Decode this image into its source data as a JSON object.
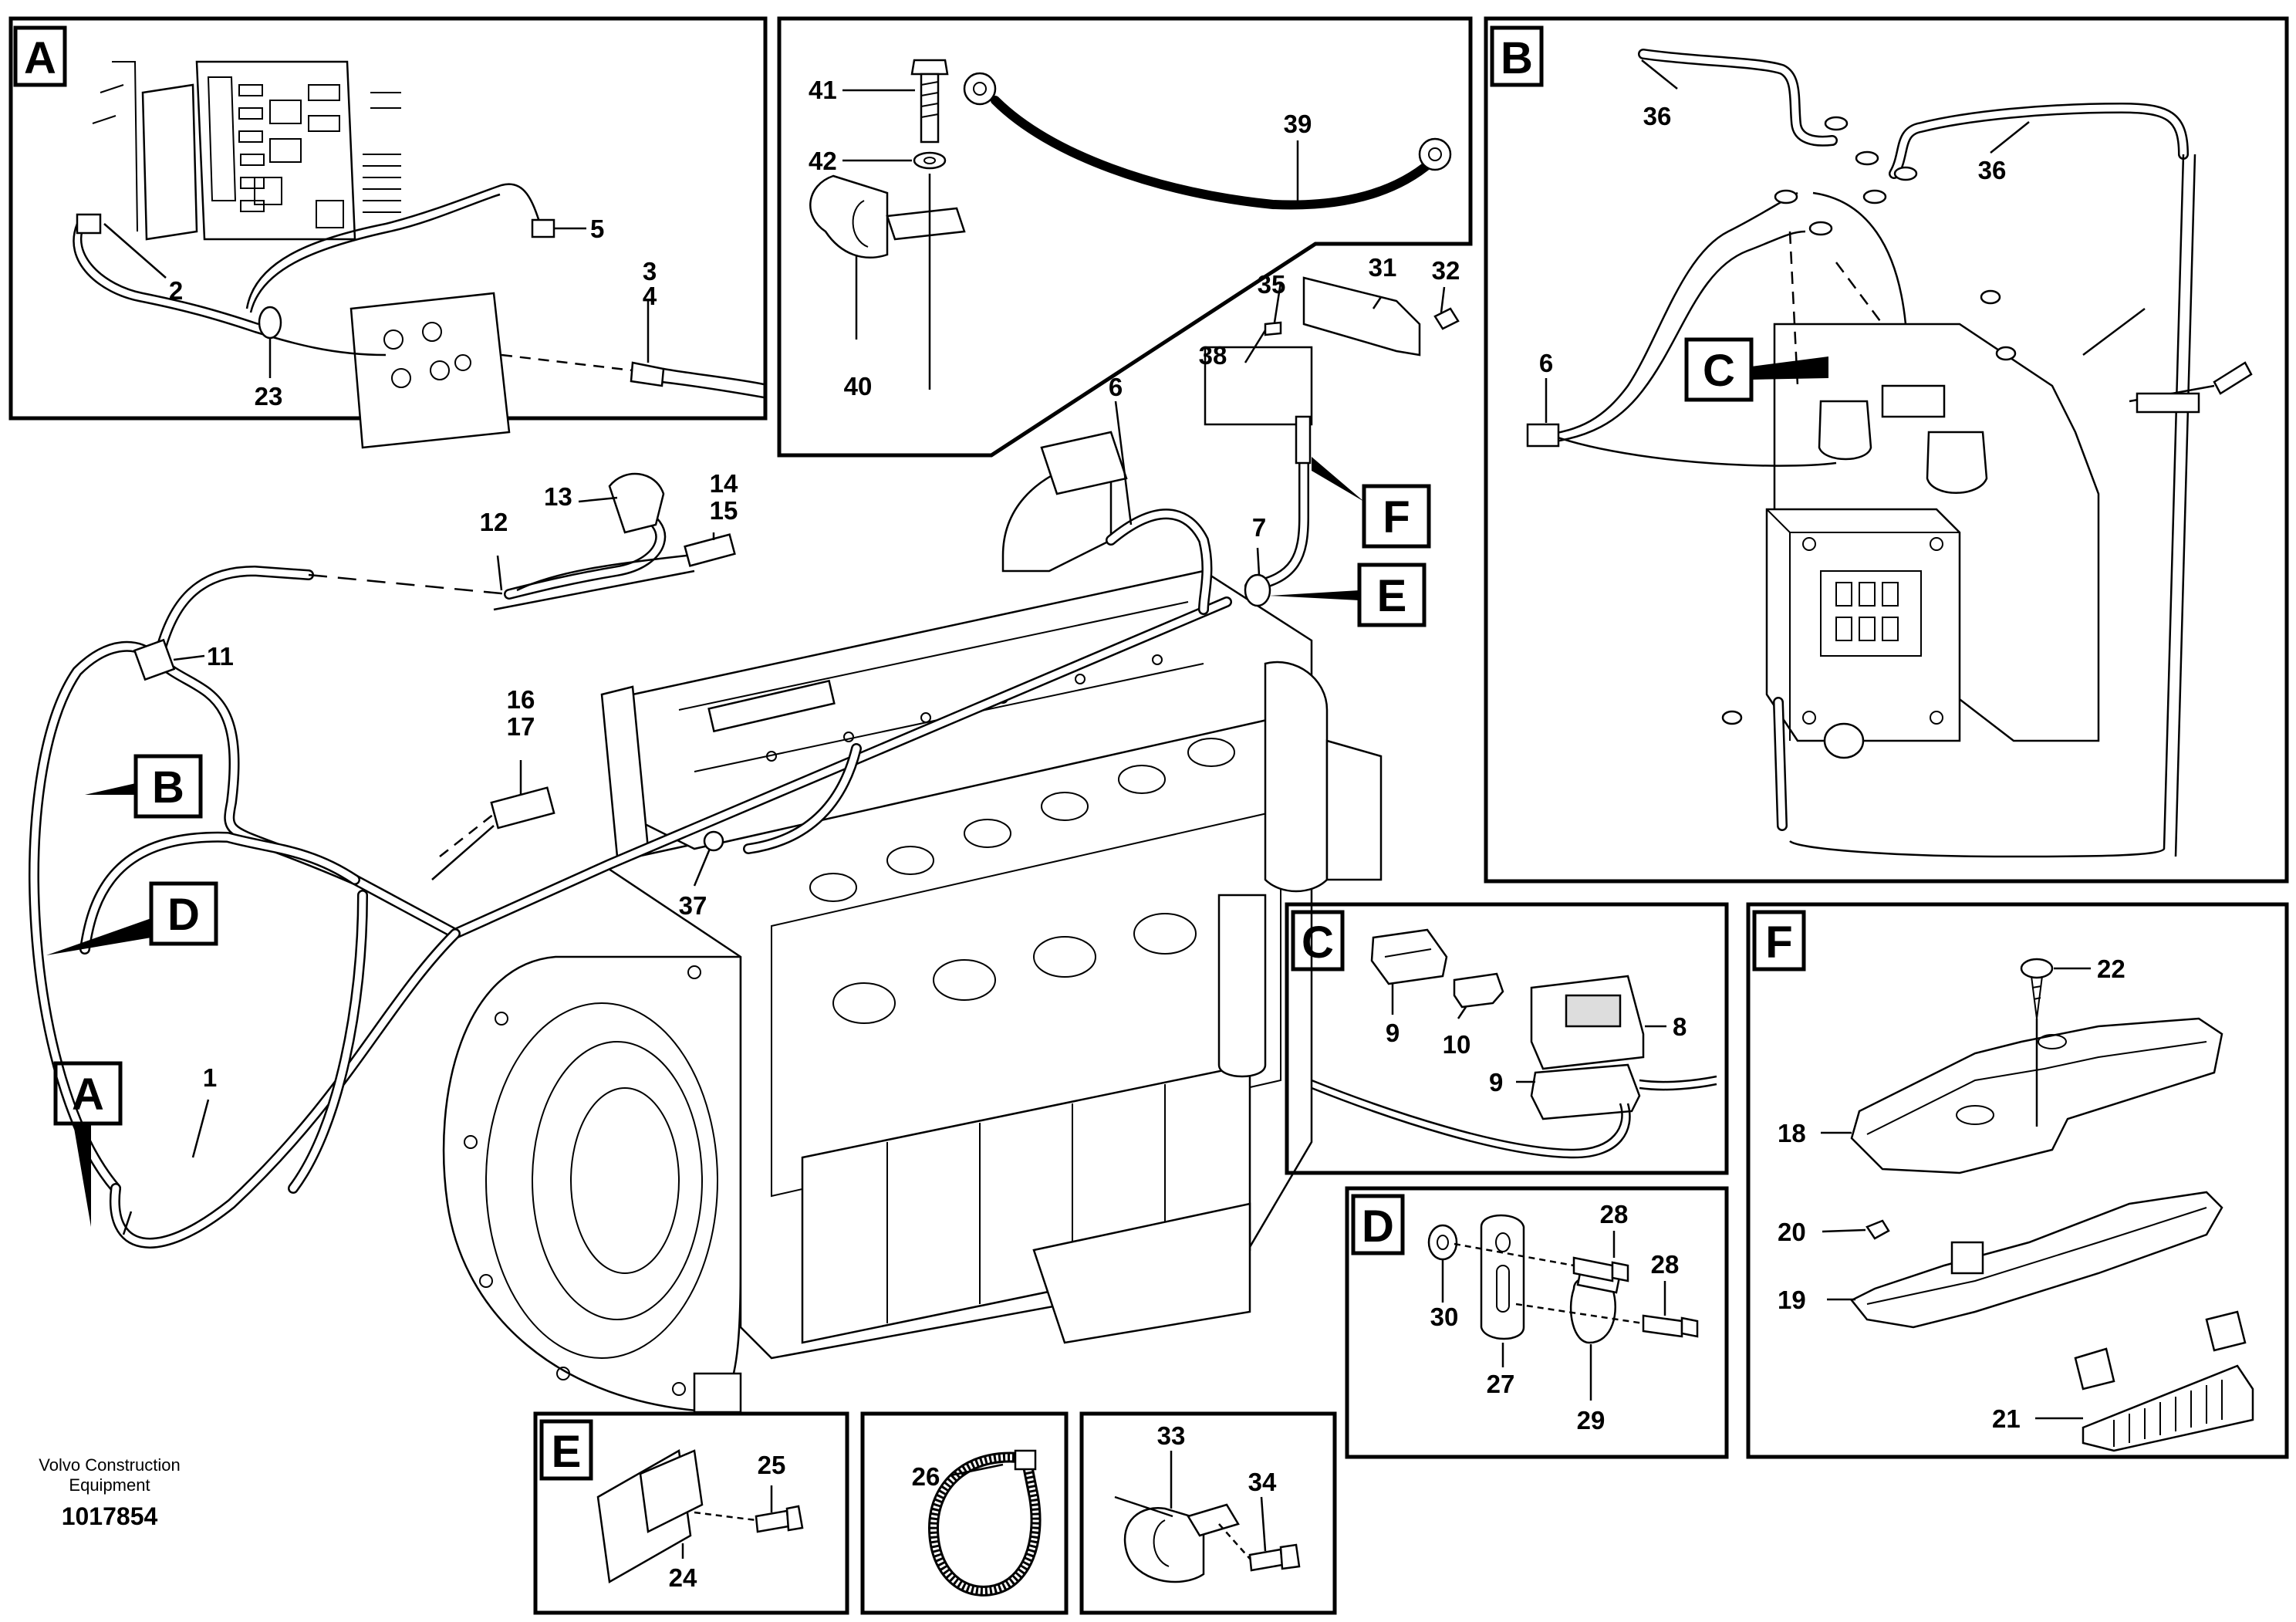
{
  "footer": {
    "company_line1": "Volvo Construction",
    "company_line2": "Equipment",
    "drawing_number": "1017854"
  },
  "detail_boxes": {
    "A": "A",
    "B": "B",
    "C": "C",
    "D": "D",
    "E": "E",
    "F": "F"
  },
  "callouts": {
    "A": "A",
    "B": "B",
    "C": "C",
    "D": "D",
    "E": "E",
    "F": "F"
  },
  "part_numbers": {
    "p1": "1",
    "p2": "2",
    "p3": "3",
    "p4": "4",
    "p5": "5",
    "p6": "6",
    "p6b": "6",
    "p7": "7",
    "p8": "8",
    "p9a": "9",
    "p9b": "9",
    "p10": "10",
    "p11": "11",
    "p12": "12",
    "p13": "13",
    "p14": "14",
    "p15": "15",
    "p16": "16",
    "p17": "17",
    "p18": "18",
    "p19": "19",
    "p20": "20",
    "p21": "21",
    "p22": "22",
    "p23": "23",
    "p24": "24",
    "p25": "25",
    "p26": "26",
    "p27": "27",
    "p28a": "28",
    "p28b": "28",
    "p29": "29",
    "p30": "30",
    "p31": "31",
    "p32": "32",
    "p33": "33",
    "p34": "34",
    "p35": "35",
    "p36a": "36",
    "p36b": "36",
    "p37": "37",
    "p38": "38",
    "p39": "39",
    "p40": "40",
    "p41": "41",
    "p42": "42"
  }
}
